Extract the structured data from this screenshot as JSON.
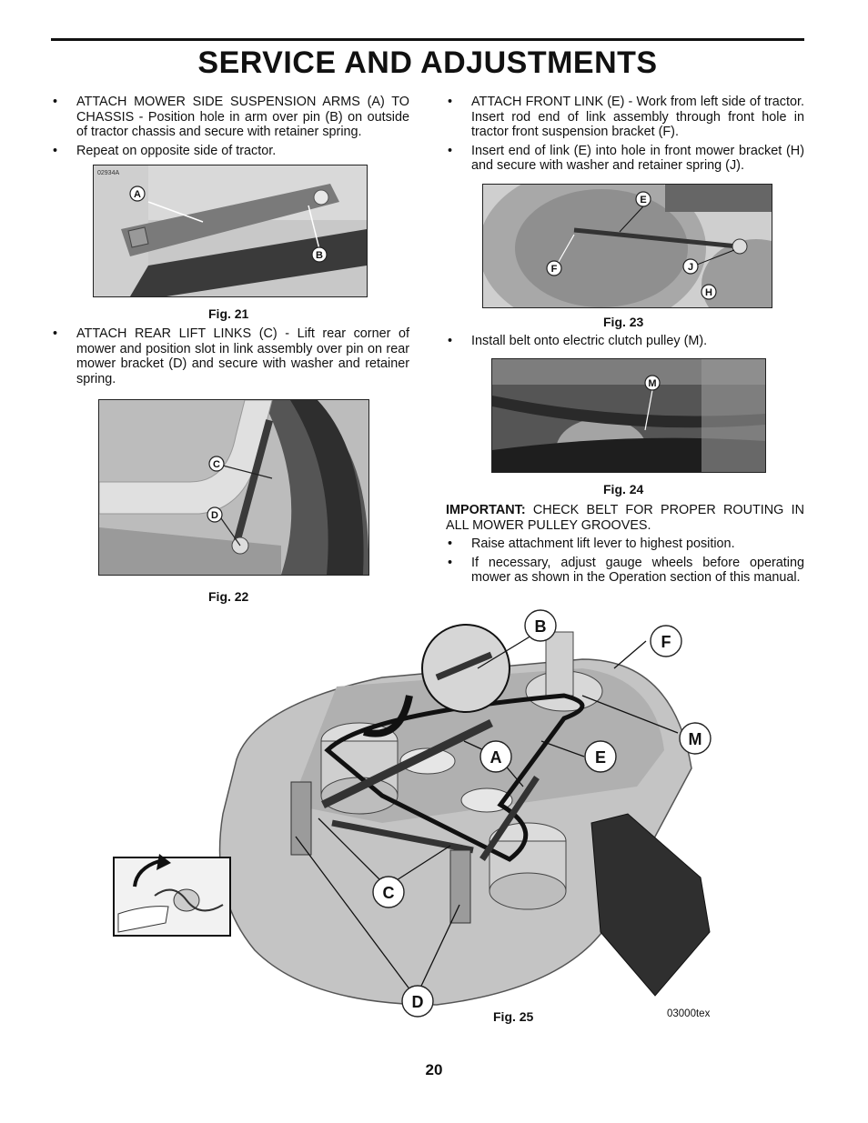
{
  "header": {
    "title": "SERVICE AND ADJUSTMENTS"
  },
  "left": {
    "bullet1": "ATTACH MOWER SIDE SUSPENSION ARMS (A) TO CHASSIS - Position hole in arm over pin (B) on outside of tractor chassis and secure with retainer spring.",
    "bullet2": "Repeat on opposite side of tractor.",
    "bullet3": "ATTACH REAR LIFT LINKS (C) - Lift rear corner of mower and position slot in link assembly over pin on rear mower bracket (D) and secure with washer and retainer spring."
  },
  "right": {
    "bullet1": "ATTACH FRONT LINK (E) - Work from left side of tractor. Insert rod end of link assembly through front hole in tractor front suspension bracket (F).",
    "bullet2": "Insert end of link (E) into hole in front mower bracket (H) and secure with washer and retainer spring (J).",
    "bullet3": "Install belt onto electric clutch pulley (M).",
    "important_label": "IMPORTANT:",
    "important_text": "CHECK BELT FOR PROPER ROUTING IN ALL MOWER PULLEY GROOVES.",
    "bullet4": "Raise attachment lift lever to highest position.",
    "bullet5": "If necessary, adjust gauge wheels before operating mower as shown in the Operation section of this manual."
  },
  "bullet_symbol": "•",
  "figures": {
    "fig21": {
      "caption": "Fig. 21",
      "tag": "02934A",
      "labels": {
        "a": "A",
        "b": "B"
      }
    },
    "fig22": {
      "caption": "Fig. 22",
      "labels": {
        "c": "C",
        "d": "D"
      }
    },
    "fig23": {
      "caption": "Fig. 23",
      "labels": {
        "e": "E",
        "f": "F",
        "j": "J",
        "h": "H"
      }
    },
    "fig24": {
      "caption": "Fig. 24",
      "labels": {
        "m": "M"
      }
    },
    "fig25": {
      "caption": "Fig. 25",
      "ref": "03000tex",
      "labels": {
        "b": "B",
        "f": "F",
        "m": "M",
        "a": "A",
        "e": "E",
        "c": "C",
        "d": "D"
      }
    }
  },
  "footer": {
    "page_number": "20"
  }
}
